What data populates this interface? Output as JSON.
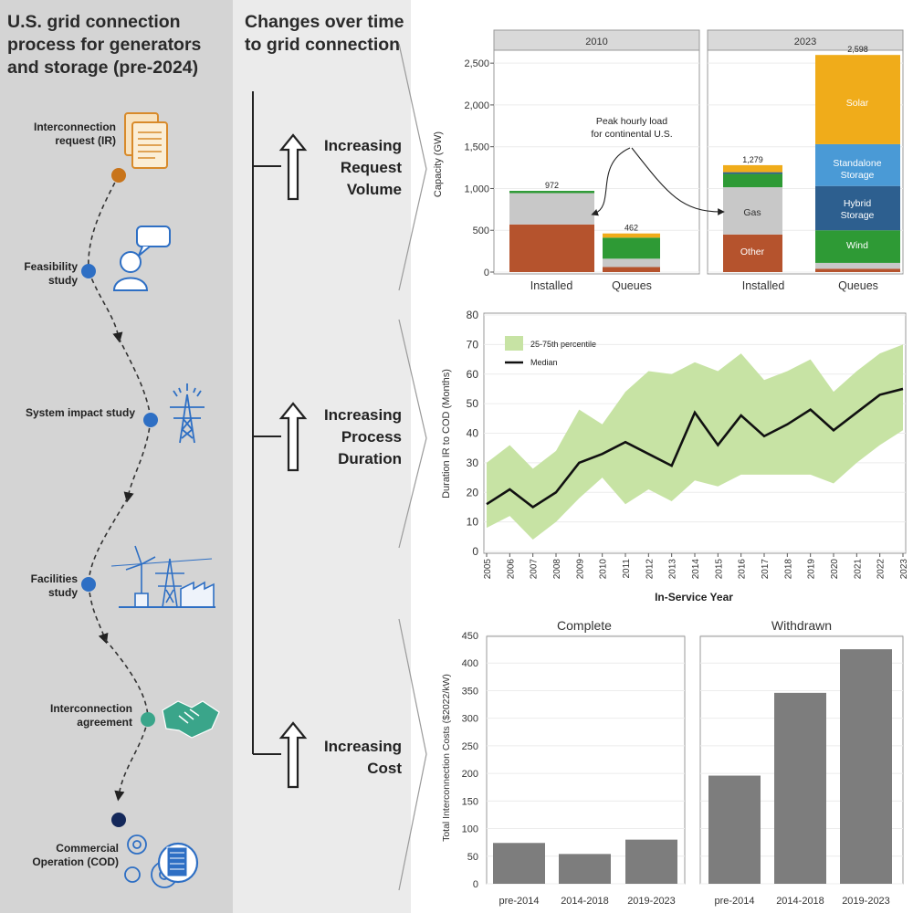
{
  "title": "U.S. grid connection process for generators and storage (pre-2024)",
  "changes_title": "Changes over time to grid connection",
  "steps": [
    {
      "label": "Interconnection request (IR)",
      "dot_color": "#c8741a",
      "icon": "document-icon"
    },
    {
      "label": "Feasibility study",
      "dot_color": "#2e6fc4",
      "icon": "person-speech-icon"
    },
    {
      "label": "System impact study",
      "dot_color": "#2e6fc4",
      "icon": "transmission-tower-icon"
    },
    {
      "label": "Facilities study",
      "dot_color": "#2e6fc4",
      "icon": "wind-tower-factory-icon"
    },
    {
      "label": "Interconnection agreement",
      "dot_color": "#3aa58a",
      "icon": "handshake-icon"
    },
    {
      "label": "Commercial Operation (COD)",
      "dot_color": "#14285a",
      "icon": "gears-building-icon"
    }
  ],
  "changes": [
    {
      "label": "Increasing Request Volume"
    },
    {
      "label": "Increasing Process Duration"
    },
    {
      "label": "Increasing Cost"
    }
  ],
  "colors": {
    "Other": "#b5532d",
    "Gas": "#c8c8c8",
    "Wind": "#2e9a35",
    "Hybrid Storage": "#2d5f8f",
    "Standalone Storage": "#4a9ad6",
    "Solar": "#f0ac1a",
    "band": "#c7e3a4",
    "bar_gray": "#7d7d7d",
    "strip": "#d9d9d9"
  },
  "chart_data": [
    {
      "type": "bar",
      "stacked": true,
      "facets": [
        "2010",
        "2023"
      ],
      "categories": [
        "Installed",
        "Queues"
      ],
      "ylabel": "Capacity (GW)",
      "ylim": [
        0,
        2600
      ],
      "yticks": [
        0,
        500,
        1000,
        1500,
        2000,
        2500
      ],
      "ytick_labels": [
        "0",
        "500",
        "1,000",
        "1,500",
        "2,000",
        "2,500"
      ],
      "annotation": "Peak hourly load for continental U.S.",
      "segment_labels": [
        "Other",
        "Gas",
        "Wind",
        "Hybrid Storage",
        "Standalone Storage",
        "Solar"
      ],
      "stacks": [
        {
          "facet": "2010",
          "category": "Installed",
          "total_label": "972",
          "segments": [
            {
              "name": "Other",
              "value": 570
            },
            {
              "name": "Gas",
              "value": 375
            },
            {
              "name": "Wind",
              "value": 27
            }
          ]
        },
        {
          "facet": "2010",
          "category": "Queues",
          "total_label": "462",
          "segments": [
            {
              "name": "Other",
              "value": 60
            },
            {
              "name": "Gas",
              "value": 100
            },
            {
              "name": "Wind",
              "value": 252
            },
            {
              "name": "Solar",
              "value": 50
            }
          ]
        },
        {
          "facet": "2023",
          "category": "Installed",
          "total_label": "1,279",
          "segments": [
            {
              "name": "Other",
              "value": 450
            },
            {
              "name": "Gas",
              "value": 565
            },
            {
              "name": "Wind",
              "value": 160
            },
            {
              "name": "Hybrid Storage",
              "value": 20
            },
            {
              "name": "Solar",
              "value": 84
            }
          ]
        },
        {
          "facet": "2023",
          "category": "Queues",
          "total_label": "2,598",
          "segments": [
            {
              "name": "Other",
              "value": 40
            },
            {
              "name": "Gas",
              "value": 70
            },
            {
              "name": "Wind",
              "value": 390
            },
            {
              "name": "Hybrid Storage",
              "value": 530
            },
            {
              "name": "Standalone Storage",
              "value": 500
            },
            {
              "name": "Solar",
              "value": 1068
            }
          ]
        }
      ]
    },
    {
      "type": "line",
      "x": [
        "2005",
        "2006",
        "2007",
        "2008",
        "2009",
        "2010",
        "2011",
        "2012",
        "2013",
        "2014",
        "2015",
        "2016",
        "2017",
        "2018",
        "2019",
        "2020",
        "2021",
        "2022",
        "2023"
      ],
      "series": [
        {
          "name": "Median",
          "values": [
            16,
            21,
            15,
            20,
            30,
            33,
            37,
            33,
            29,
            47,
            36,
            46,
            39,
            43,
            48,
            41,
            47,
            53,
            55
          ]
        },
        {
          "name": "25-75th percentile",
          "lower": [
            8,
            12,
            4,
            10,
            18,
            25,
            16,
            21,
            17,
            24,
            22,
            26,
            26,
            26,
            26,
            23,
            30,
            36,
            41
          ],
          "upper": [
            30,
            36,
            28,
            34,
            48,
            43,
            54,
            61,
            60,
            64,
            61,
            67,
            58,
            61,
            65,
            54,
            61,
            67,
            70
          ]
        }
      ],
      "xlabel": "In-Service Year",
      "ylabel": "Duration IR to COD (Months)",
      "ylim": [
        0,
        80
      ],
      "yticks": [
        0,
        10,
        20,
        30,
        40,
        50,
        60,
        70,
        80
      ]
    },
    {
      "type": "bar",
      "facets": [
        "Complete",
        "Withdrawn"
      ],
      "categories": [
        "pre-2014",
        "2014-2018",
        "2019-2023"
      ],
      "series": [
        {
          "facet": "Complete",
          "values": [
            74,
            54,
            80
          ]
        },
        {
          "facet": "Withdrawn",
          "values": [
            196,
            346,
            425
          ]
        }
      ],
      "ylabel": "Total Interconnection Costs ($2022/kW)",
      "ylim": [
        0,
        450
      ],
      "yticks": [
        0,
        50,
        100,
        150,
        200,
        250,
        300,
        350,
        400,
        450
      ]
    }
  ]
}
